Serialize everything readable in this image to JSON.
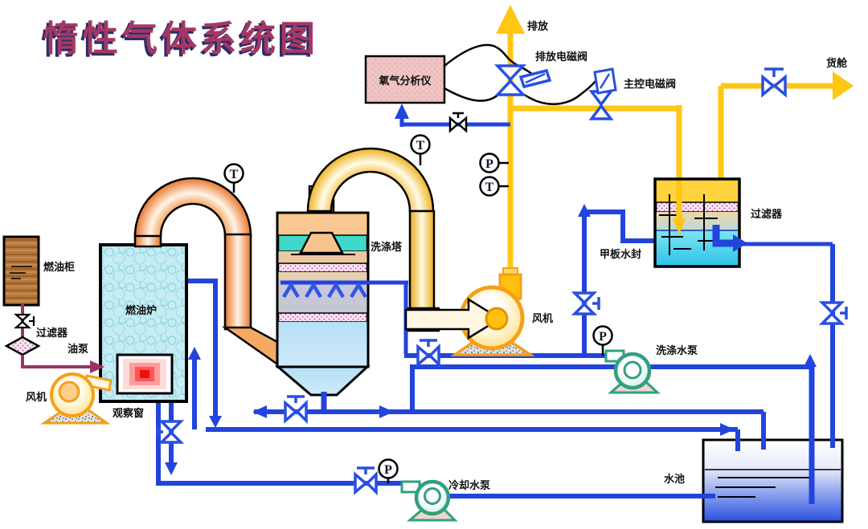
{
  "title": "惰性气体系统图",
  "labels": {
    "exhaust": "排放",
    "exhaust_solenoid_valve": "排放电磁阀",
    "master_solenoid_valve": "主控电磁阀",
    "cargo_hold": "货舱",
    "oxygen_analyzer": "氧气分析仪",
    "fuel_tank": "燃油柜",
    "filter_left": "过滤器",
    "oil_pump": "油泵",
    "fan_left": "风机",
    "furnace": "燃油炉",
    "observation_window": "观察窗",
    "scrubber_tower": "洗涤塔",
    "fan_main": "风机",
    "filter_right": "过滤器",
    "deck_water_seal": "甲板水封",
    "scrubbing_water_pump": "洗涤水泵",
    "cooling_water_pump": "冷却水泵",
    "water_pool": "水池"
  },
  "gauges": {
    "pressure": "P",
    "temperature": "T"
  },
  "colors": {
    "title_text": "#A53862",
    "water_pipe": "#2244DD",
    "gas_pipe": "#FFC613",
    "oil_pipe": "#993366",
    "pump_green": "#2FA080",
    "fan_orange": "#F5A018",
    "flame_red": "#E81111"
  }
}
